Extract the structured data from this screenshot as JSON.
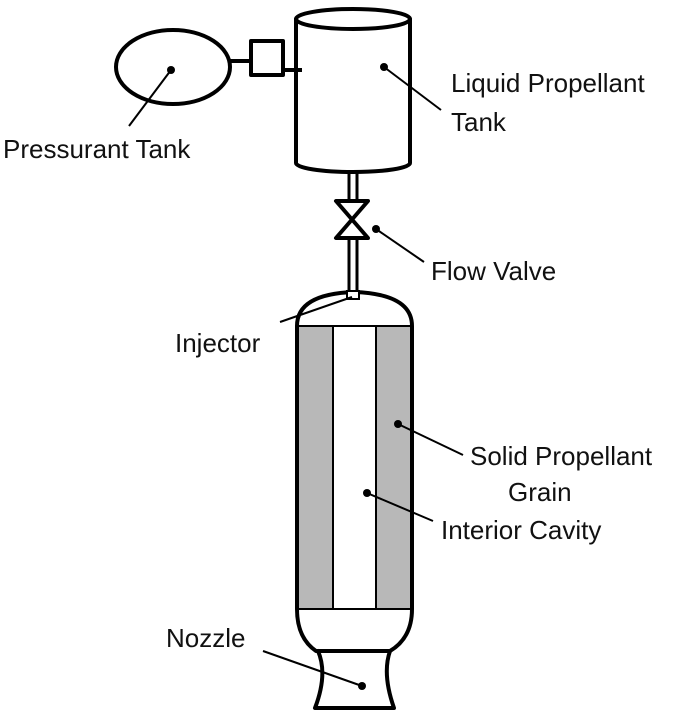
{
  "diagram": {
    "labels": {
      "pressurant_tank": "Pressurant Tank",
      "liquid_tank_line1": "Liquid Propellant",
      "liquid_tank_line2": "Tank",
      "flow_valve": "Flow Valve",
      "injector": "Injector",
      "solid_grain_line1": "Solid Propellant",
      "solid_grain_line2": "Grain",
      "interior_cavity": "Interior Cavity",
      "nozzle": "Nozzle"
    },
    "colors": {
      "line": "#000000",
      "grain_fill": "#b8b8b8",
      "background": "#ffffff",
      "text": "#111111"
    }
  }
}
